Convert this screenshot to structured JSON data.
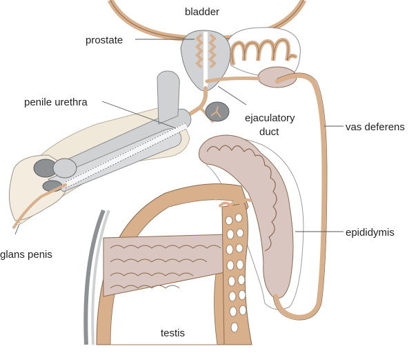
{
  "labels": {
    "bladder": "bladder",
    "prostate": "prostate",
    "penile_urethra": "penile urethra",
    "ejaculatory_duct_line1": "ejaculatory",
    "ejaculatory_duct_line2": "duct",
    "vas_deferens": "vas deferens",
    "epididymis": "epididymis",
    "glans_penis": "glans penis",
    "testis": "testis"
  },
  "colors": {
    "duct_tan": "#d8b08c",
    "duct_outline": "#8a6a4c",
    "epididymis_pink": "#d9c6c0",
    "tissue_gray": "#d5d7d8",
    "corpus_gray": "#cfd1d3",
    "dark_gray": "#8e9193",
    "penis_cream": "#f0e8d8",
    "prostate_gray": "#d0d2d4",
    "capsule_gray": "#9a9a9a"
  }
}
